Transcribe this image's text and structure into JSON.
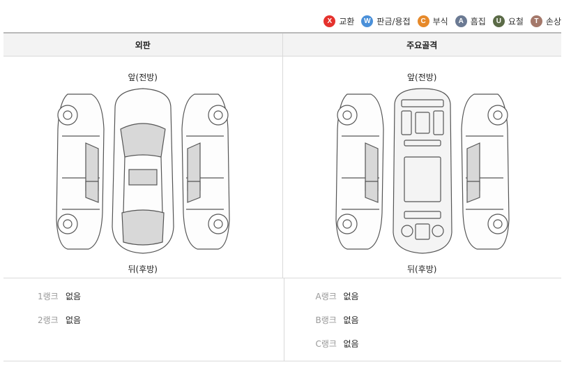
{
  "legend": [
    {
      "letter": "X",
      "label": "교환",
      "color": "#e5322d",
      "icon": "x-badge-icon"
    },
    {
      "letter": "W",
      "label": "판금/용접",
      "color": "#4a90d9",
      "icon": "w-badge-icon"
    },
    {
      "letter": "C",
      "label": "부식",
      "color": "#e6892a",
      "icon": "c-badge-icon"
    },
    {
      "letter": "A",
      "label": "흠집",
      "color": "#6b7a93",
      "icon": "a-badge-icon"
    },
    {
      "letter": "U",
      "label": "요철",
      "color": "#5b6b47",
      "icon": "u-badge-icon"
    },
    {
      "letter": "T",
      "label": "손상",
      "color": "#a4786a",
      "icon": "t-badge-icon"
    }
  ],
  "sections": {
    "exterior": {
      "title": "외판",
      "front_label": "앞(전방)",
      "rear_label": "뒤(후방)",
      "ranks": [
        {
          "name": "1랭크",
          "value": "없음"
        },
        {
          "name": "2랭크",
          "value": "없음"
        }
      ]
    },
    "frame": {
      "title": "주요골격",
      "front_label": "앞(전방)",
      "rear_label": "뒤(후방)",
      "ranks": [
        {
          "name": "A랭크",
          "value": "없음"
        },
        {
          "name": "B랭크",
          "value": "없음"
        },
        {
          "name": "C랭크",
          "value": "없음"
        }
      ]
    }
  }
}
